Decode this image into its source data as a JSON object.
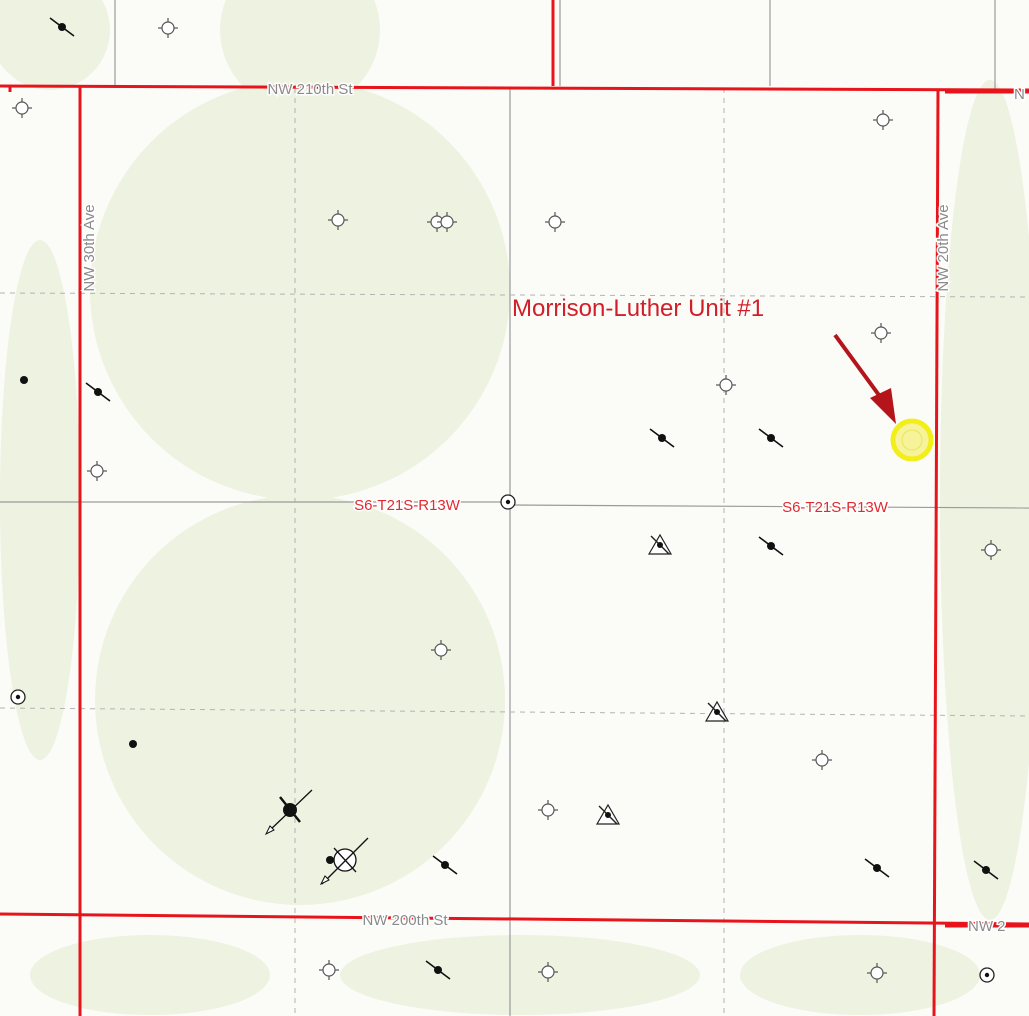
{
  "map": {
    "colors": {
      "background": "#ffffff",
      "crop_circle": "#eef2e0",
      "section_line": "#e8141b",
      "quarter_line": "#9a9a9a",
      "street_label": "#8a8a8a",
      "annotation": "#d11f2a",
      "arrow": "#b4141a",
      "highlight_ring": "#f2ee1a",
      "highlight_fill": "#f6f39a",
      "well_symbol": "#111111"
    },
    "streets": {
      "north": "NW 210th St",
      "south": "NW 200th St",
      "west": "NW 30th Ave",
      "east": "NW 20th Ave",
      "east_edge_north": "N",
      "east_edge_south": "NW 2"
    },
    "section_labels": {
      "left": "S6-T21S-R13W",
      "right": "S6-T21S-R13W"
    },
    "annotation": {
      "well_name": "Morrison-Luther Unit #1"
    },
    "well_symbol_types": [
      "dry-hole",
      "oil-well",
      "plugged-oil-well",
      "gas-well",
      "directional-well",
      "injection-well",
      "target-location"
    ]
  }
}
